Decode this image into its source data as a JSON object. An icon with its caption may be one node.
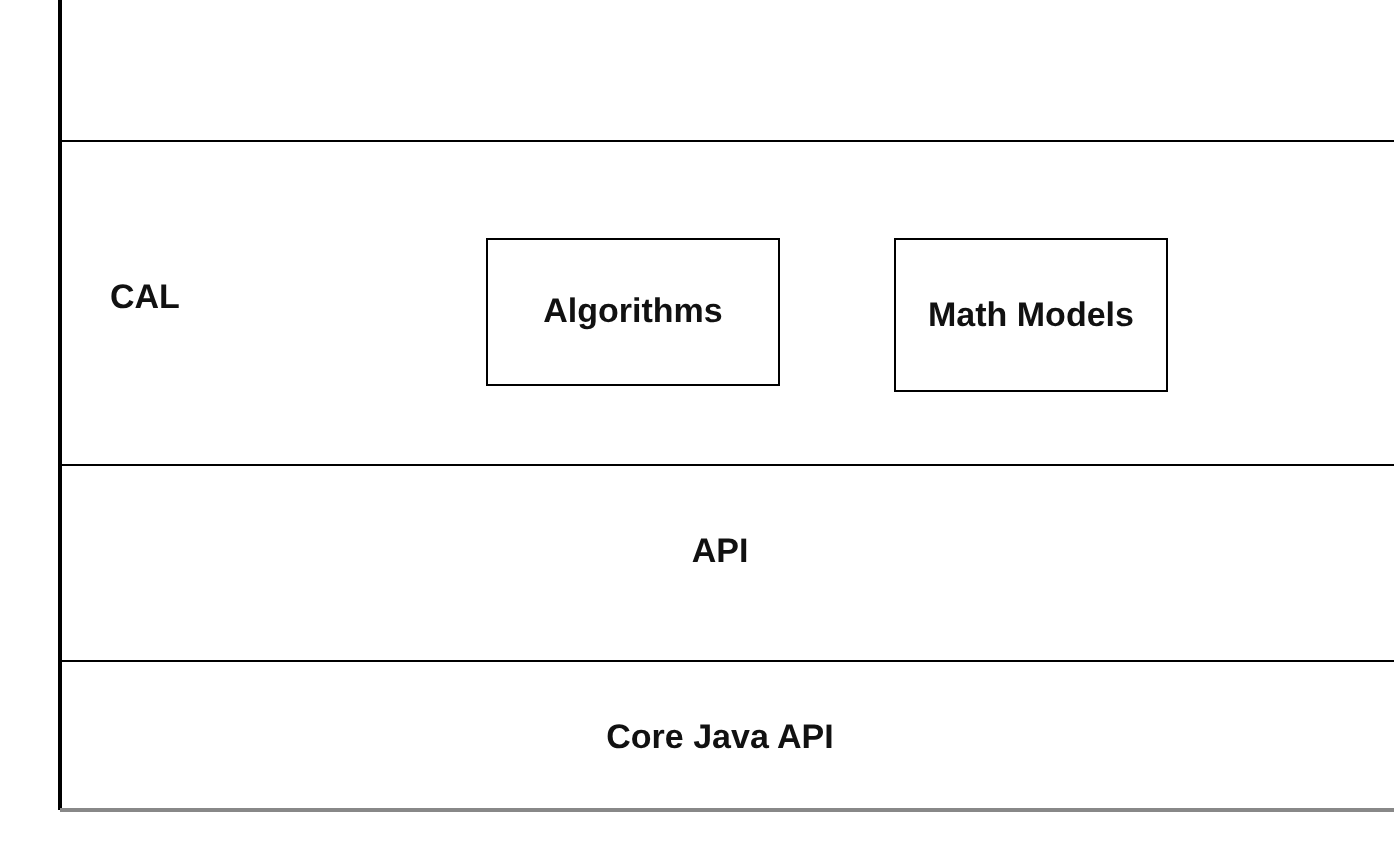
{
  "diagram": {
    "nodes": [
      {
        "text": [
          "CAL"
        ]
      },
      {
        "text": [
          "Algorithms"
        ],
        "in": 0
      },
      {
        "text": [
          "Math Models"
        ],
        "in": 0
      },
      {
        "text": [
          "API"
        ]
      },
      {
        "text": [
          "Core Java API"
        ]
      }
    ]
  }
}
